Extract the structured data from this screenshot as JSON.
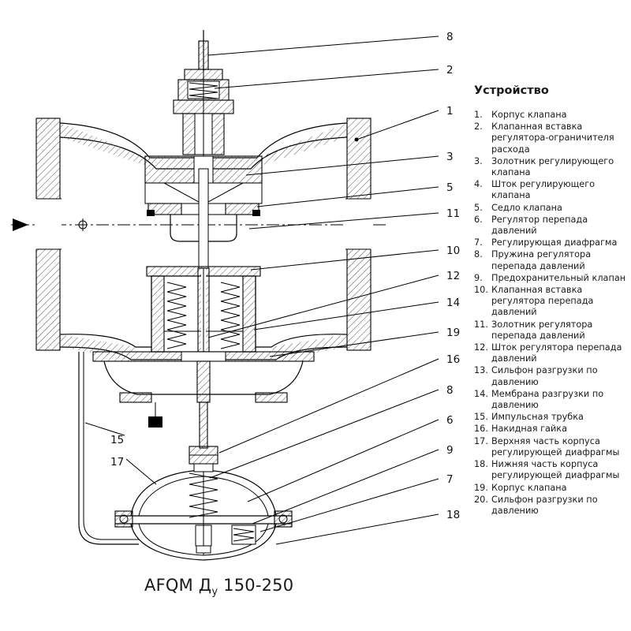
{
  "legend": {
    "title": "Устройство",
    "items": [
      "Корпус клапана",
      "Клапанная вставка регулятора-ограничителя расхода",
      "Золотник регулирующего клапана",
      "Шток регулирующего клапана",
      "Седло клапана",
      "Регулятор перепада давлений",
      "Регулирующая диафрагма",
      "Пружина регулятора перепада давлений",
      "Предохранительный клапан",
      "Клапанная вставка регулятора перепада давлений",
      "Золотник регулятора перепада давлений",
      "Шток регулятора перепада давлений",
      "Сильфон разгрузки по давлению",
      "Мембрана разгрузки по давлению",
      "Импульсная трубка",
      "Накидная гайка",
      "Верхняя часть корпуса регулирующей диафрагмы",
      "Нижняя часть корпуса регулирующей диафрагмы",
      "Корпус клапана",
      "Сильфон разгрузки по давлению"
    ]
  },
  "callouts": {
    "right": [
      "8",
      "2",
      "1",
      "3",
      "5",
      "11",
      "10",
      "12",
      "14",
      "19",
      "16",
      "8",
      "6",
      "9",
      "7",
      "18"
    ],
    "left": [
      "15",
      "17"
    ]
  },
  "caption": {
    "prefix": "AFQM Д",
    "subscript": "у",
    "suffix": " 150-250"
  }
}
